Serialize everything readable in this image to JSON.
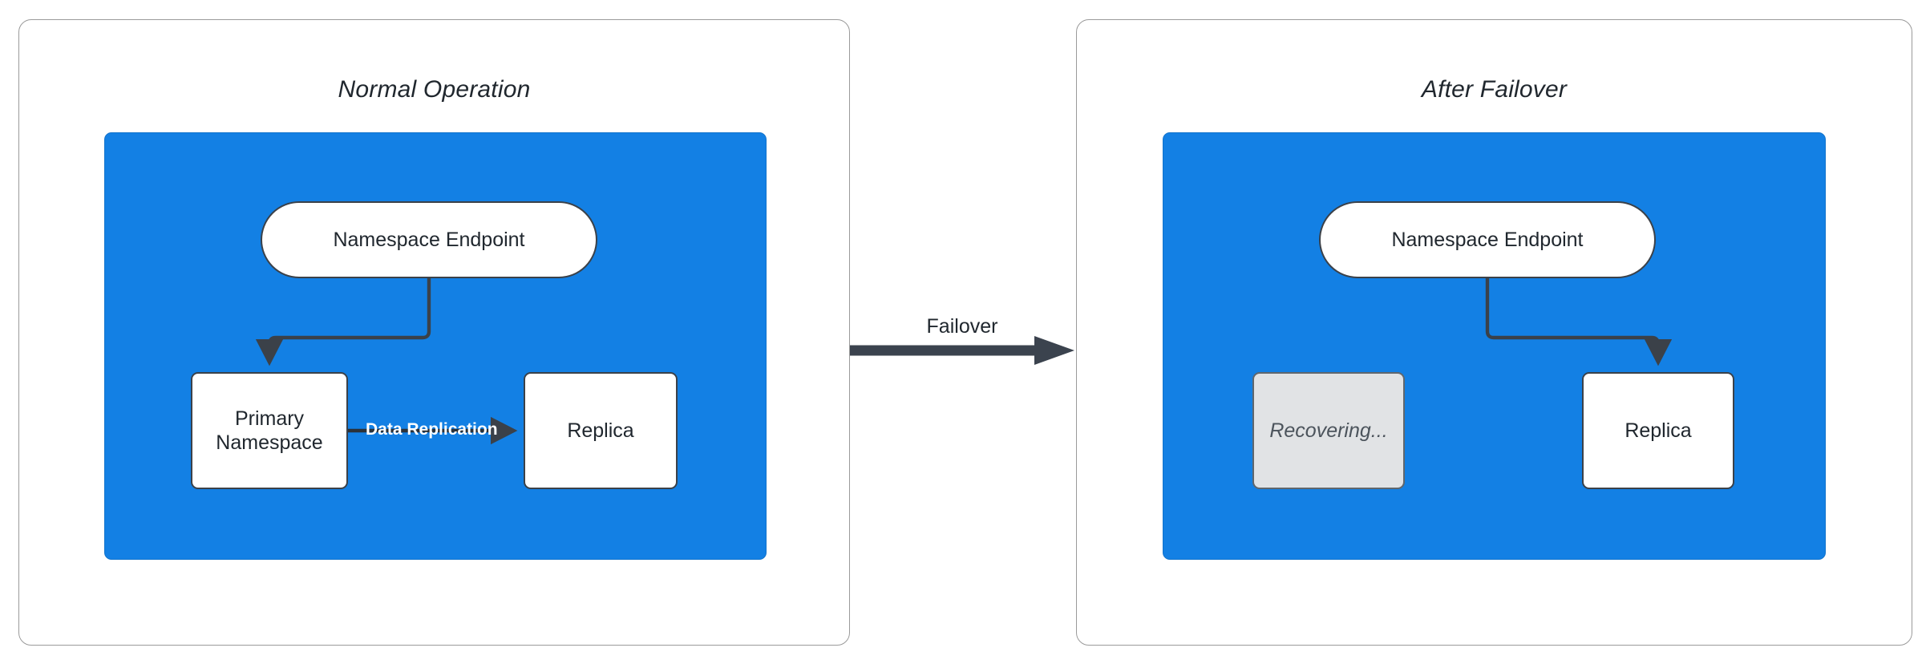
{
  "diagram": {
    "title_hidden": "",
    "colors": {
      "cluster_blue": "#1380e4",
      "node_white": "#ffffff",
      "node_dim_grey": "#e1e3e5",
      "stroke_dark": "#3b4149",
      "panel_border": "#9a9a9a",
      "label_white": "#ffffff",
      "text_dark": "#20272e"
    },
    "panels": [
      {
        "id": "normal",
        "title": "Normal Operation",
        "nodes": [
          {
            "id": "endpoint-1",
            "label": "Namespace Endpoint",
            "shape": "stadium",
            "state": "active"
          },
          {
            "id": "primary",
            "label": "Primary\nNamespace",
            "line1": "Primary",
            "line2": "Namespace",
            "shape": "rect",
            "state": "active"
          },
          {
            "id": "replica-1",
            "label": "Replica",
            "shape": "rect",
            "state": "active"
          }
        ],
        "edges": [
          {
            "from": "endpoint-1",
            "to": "primary",
            "label": "",
            "style": "elbow-arrow"
          },
          {
            "from": "primary",
            "to": "replica-1",
            "label": "Data Replication",
            "style": "straight-arrow"
          }
        ]
      },
      {
        "id": "failover",
        "title": "After Failover",
        "nodes": [
          {
            "id": "endpoint-2",
            "label": "Namespace Endpoint",
            "shape": "stadium",
            "state": "active"
          },
          {
            "id": "recovering",
            "label": "Recovering...",
            "shape": "rect",
            "state": "dimmed"
          },
          {
            "id": "replica-2",
            "label": "Replica",
            "shape": "rect",
            "state": "active"
          }
        ],
        "edges": [
          {
            "from": "endpoint-2",
            "to": "replica-2",
            "label": "",
            "style": "elbow-arrow"
          }
        ]
      }
    ],
    "transition": {
      "label": "Failover",
      "from_panel": "normal",
      "to_panel": "failover",
      "style": "thick-arrow"
    }
  }
}
